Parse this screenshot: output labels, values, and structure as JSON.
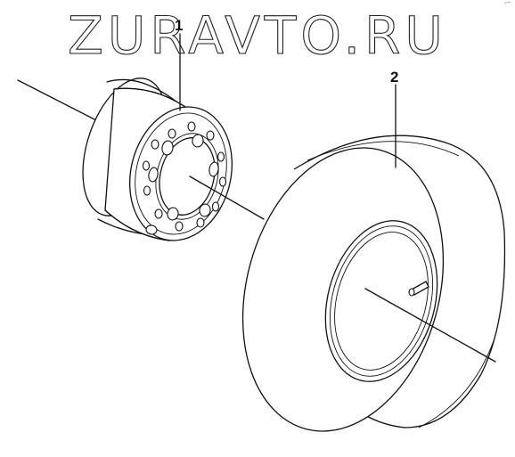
{
  "watermark": "ZURAVTO.RU",
  "corner_mark": "´¯",
  "callouts": [
    {
      "id": "part-1",
      "number": "1"
    },
    {
      "id": "part-2",
      "number": "2"
    }
  ],
  "parts": [
    {
      "number": "1",
      "icon": "wheel-rim-icon"
    },
    {
      "number": "2",
      "icon": "tire-icon"
    }
  ],
  "colors": {
    "line": "#111111",
    "background": "#ffffff"
  }
}
